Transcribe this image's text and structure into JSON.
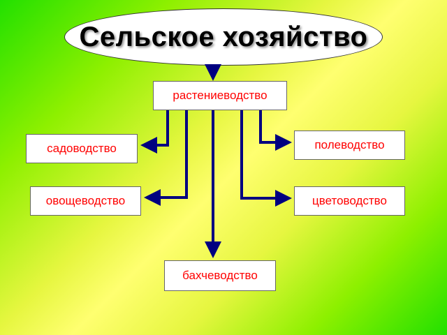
{
  "title": "Сельское хозяйство",
  "root": "растениеводство",
  "branches": {
    "gardening": "садоводство",
    "field_farming": "полеводство",
    "vegetable_growing": "овощеводство",
    "floriculture": "цветоводство",
    "melon_growing": "бахчеводство"
  },
  "colors": {
    "connector": "#000080",
    "node_text": "#ff0000",
    "node_bg": "#ffffff"
  }
}
